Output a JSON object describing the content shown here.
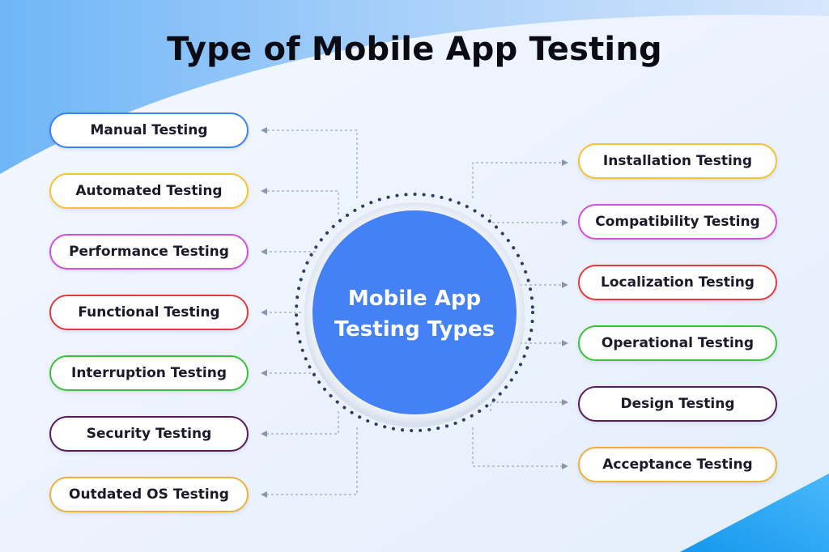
{
  "title": "Type of Mobile App Testing",
  "center": {
    "line1": "Mobile App",
    "line2": "Testing Types",
    "color": "#4480f6"
  },
  "left_items": [
    {
      "label": "Manual Testing",
      "color": "#3b82f6"
    },
    {
      "label": "Automated Testing",
      "color": "#f5c330"
    },
    {
      "label": "Performance Testing",
      "color": "#d44fe0"
    },
    {
      "label": "Functional Testing",
      "color": "#e33b3b"
    },
    {
      "label": "Interruption Testing",
      "color": "#3cc23a"
    },
    {
      "label": "Security Testing",
      "color": "#5b1a5e"
    },
    {
      "label": "Outdated OS Testing",
      "color": "#f0b03a"
    }
  ],
  "right_items": [
    {
      "label": "Installation Testing",
      "color": "#f5c330"
    },
    {
      "label": "Compatibility Testing",
      "color": "#d44fe0"
    },
    {
      "label": "Localization Testing",
      "color": "#e33b3b"
    },
    {
      "label": "Operational Testing",
      "color": "#3cc23a"
    },
    {
      "label": "Design Testing",
      "color": "#5b1a5e"
    },
    {
      "label": "Acceptance Testing",
      "color": "#f0b03a"
    }
  ]
}
